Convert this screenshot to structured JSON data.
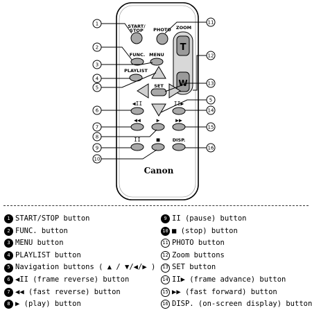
{
  "remote": {
    "brand": "Canon",
    "labels": {
      "start_stop_1": "START/",
      "start_stop_2": "STOP",
      "photo": "PHOTO",
      "zoom": "ZOOM",
      "zoom_t": "T",
      "zoom_w": "W",
      "func": "FUNC.",
      "menu": "MENU",
      "playlist": "PLAYLIST",
      "set": "SET",
      "disp": "DISP."
    },
    "callouts": [
      "1",
      "2",
      "3",
      "4",
      "5",
      "6",
      "7",
      "8",
      "9",
      "10",
      "11",
      "12",
      "13",
      "5",
      "14",
      "15",
      "16"
    ]
  },
  "legend": {
    "left": [
      {
        "num": "1",
        "text": "START/STOP button"
      },
      {
        "num": "2",
        "text": "FUNC. button"
      },
      {
        "num": "3",
        "text": "MENU button"
      },
      {
        "num": "4",
        "text": "PLAYLIST button"
      },
      {
        "num": "5",
        "text": "Navigation buttons ( ▲ / ▼/◀/▶ )"
      },
      {
        "num": "6",
        "text": "◀II (frame reverse) button"
      },
      {
        "num": "7",
        "text": "◀◀ (fast reverse) button"
      },
      {
        "num": "8",
        "text": "▶ (play) button"
      }
    ],
    "right": [
      {
        "num": "9",
        "text": "II (pause) button"
      },
      {
        "num": "10",
        "text": "■ (stop) button"
      },
      {
        "num": "11",
        "text": "PHOTO button"
      },
      {
        "num": "12",
        "text": "Zoom buttons"
      },
      {
        "num": "13",
        "text": "SET button"
      },
      {
        "num": "14",
        "text": "II▶ (frame advance) button"
      },
      {
        "num": "15",
        "text": "▶▶ (fast forward) button"
      },
      {
        "num": "16",
        "text": "DISP. (on-screen display) button"
      }
    ]
  }
}
